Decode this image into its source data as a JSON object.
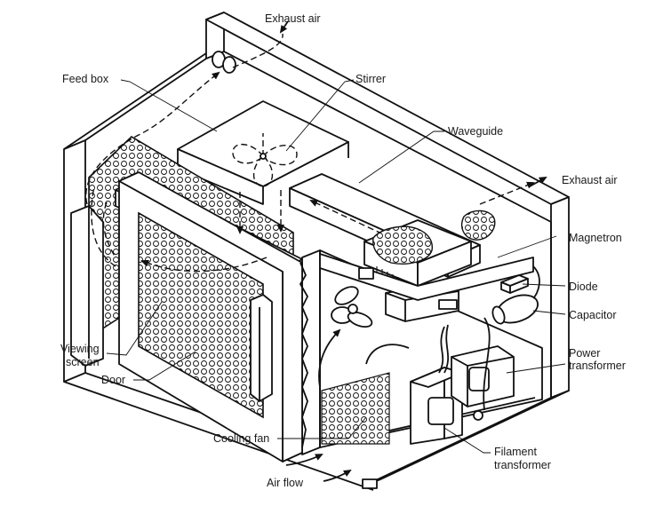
{
  "labels": {
    "exhaust_air_top": "Exhaust air",
    "feed_box": "Feed box",
    "stirrer": "Stirrer",
    "waveguide": "Waveguide",
    "exhaust_air_right": "Exhaust air",
    "magnetron": "Magnetron",
    "diode": "Diode",
    "capacitor": "Capacitor",
    "power_transformer_1": "Power",
    "power_transformer_2": "transformer",
    "viewing_screen_1": "Viewing",
    "viewing_screen_2": "screen",
    "door": "Door",
    "cooling_fan": "Cooling fan",
    "filament_transformer_1": "Filament",
    "filament_transformer_2": "transformer",
    "air_flow": "Air flow"
  }
}
